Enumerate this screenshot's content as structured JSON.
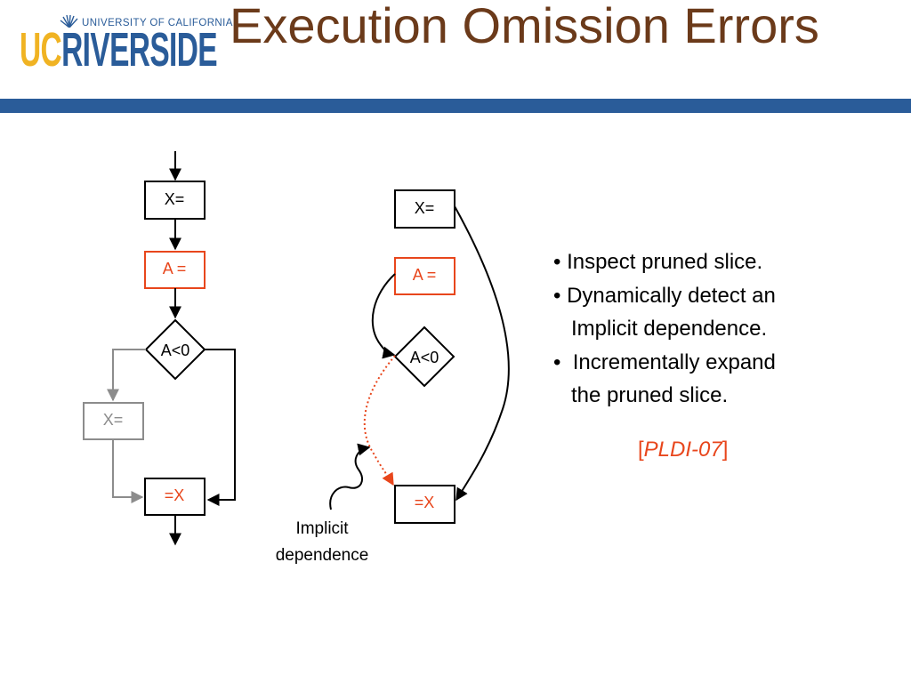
{
  "header": {
    "title": "Execution Omission Errors",
    "logo": {
      "top_text": "UNIVERSITY OF CALIFORNIA",
      "uc": "UC",
      "riverside": "RIVERSIDE"
    }
  },
  "colors": {
    "title": "#6b3a1a",
    "bar": "#2a5c99",
    "accent": "#e8461c",
    "gray": "#8c8c8c",
    "logo_gold": "#f0b323",
    "logo_blue": "#2a5c99"
  },
  "left_diagram": {
    "x_assign": "X=",
    "a_assign": "A =",
    "cond": "A<0",
    "x_assign_skipped": "X=",
    "use_x": "=X"
  },
  "middle_diagram": {
    "x_assign": "X=",
    "a_assign": "A =",
    "cond": "A<0",
    "use_x": "=X",
    "annotation": [
      "Implicit",
      "dependence"
    ]
  },
  "bullets": [
    "• Inspect pruned slice.",
    "• Dynamically detect an",
    "   Implicit dependence.",
    "•  Incrementally expand",
    "   the pruned slice."
  ],
  "citation": {
    "open": "[",
    "text": "PLDI-07",
    "close": "]"
  }
}
